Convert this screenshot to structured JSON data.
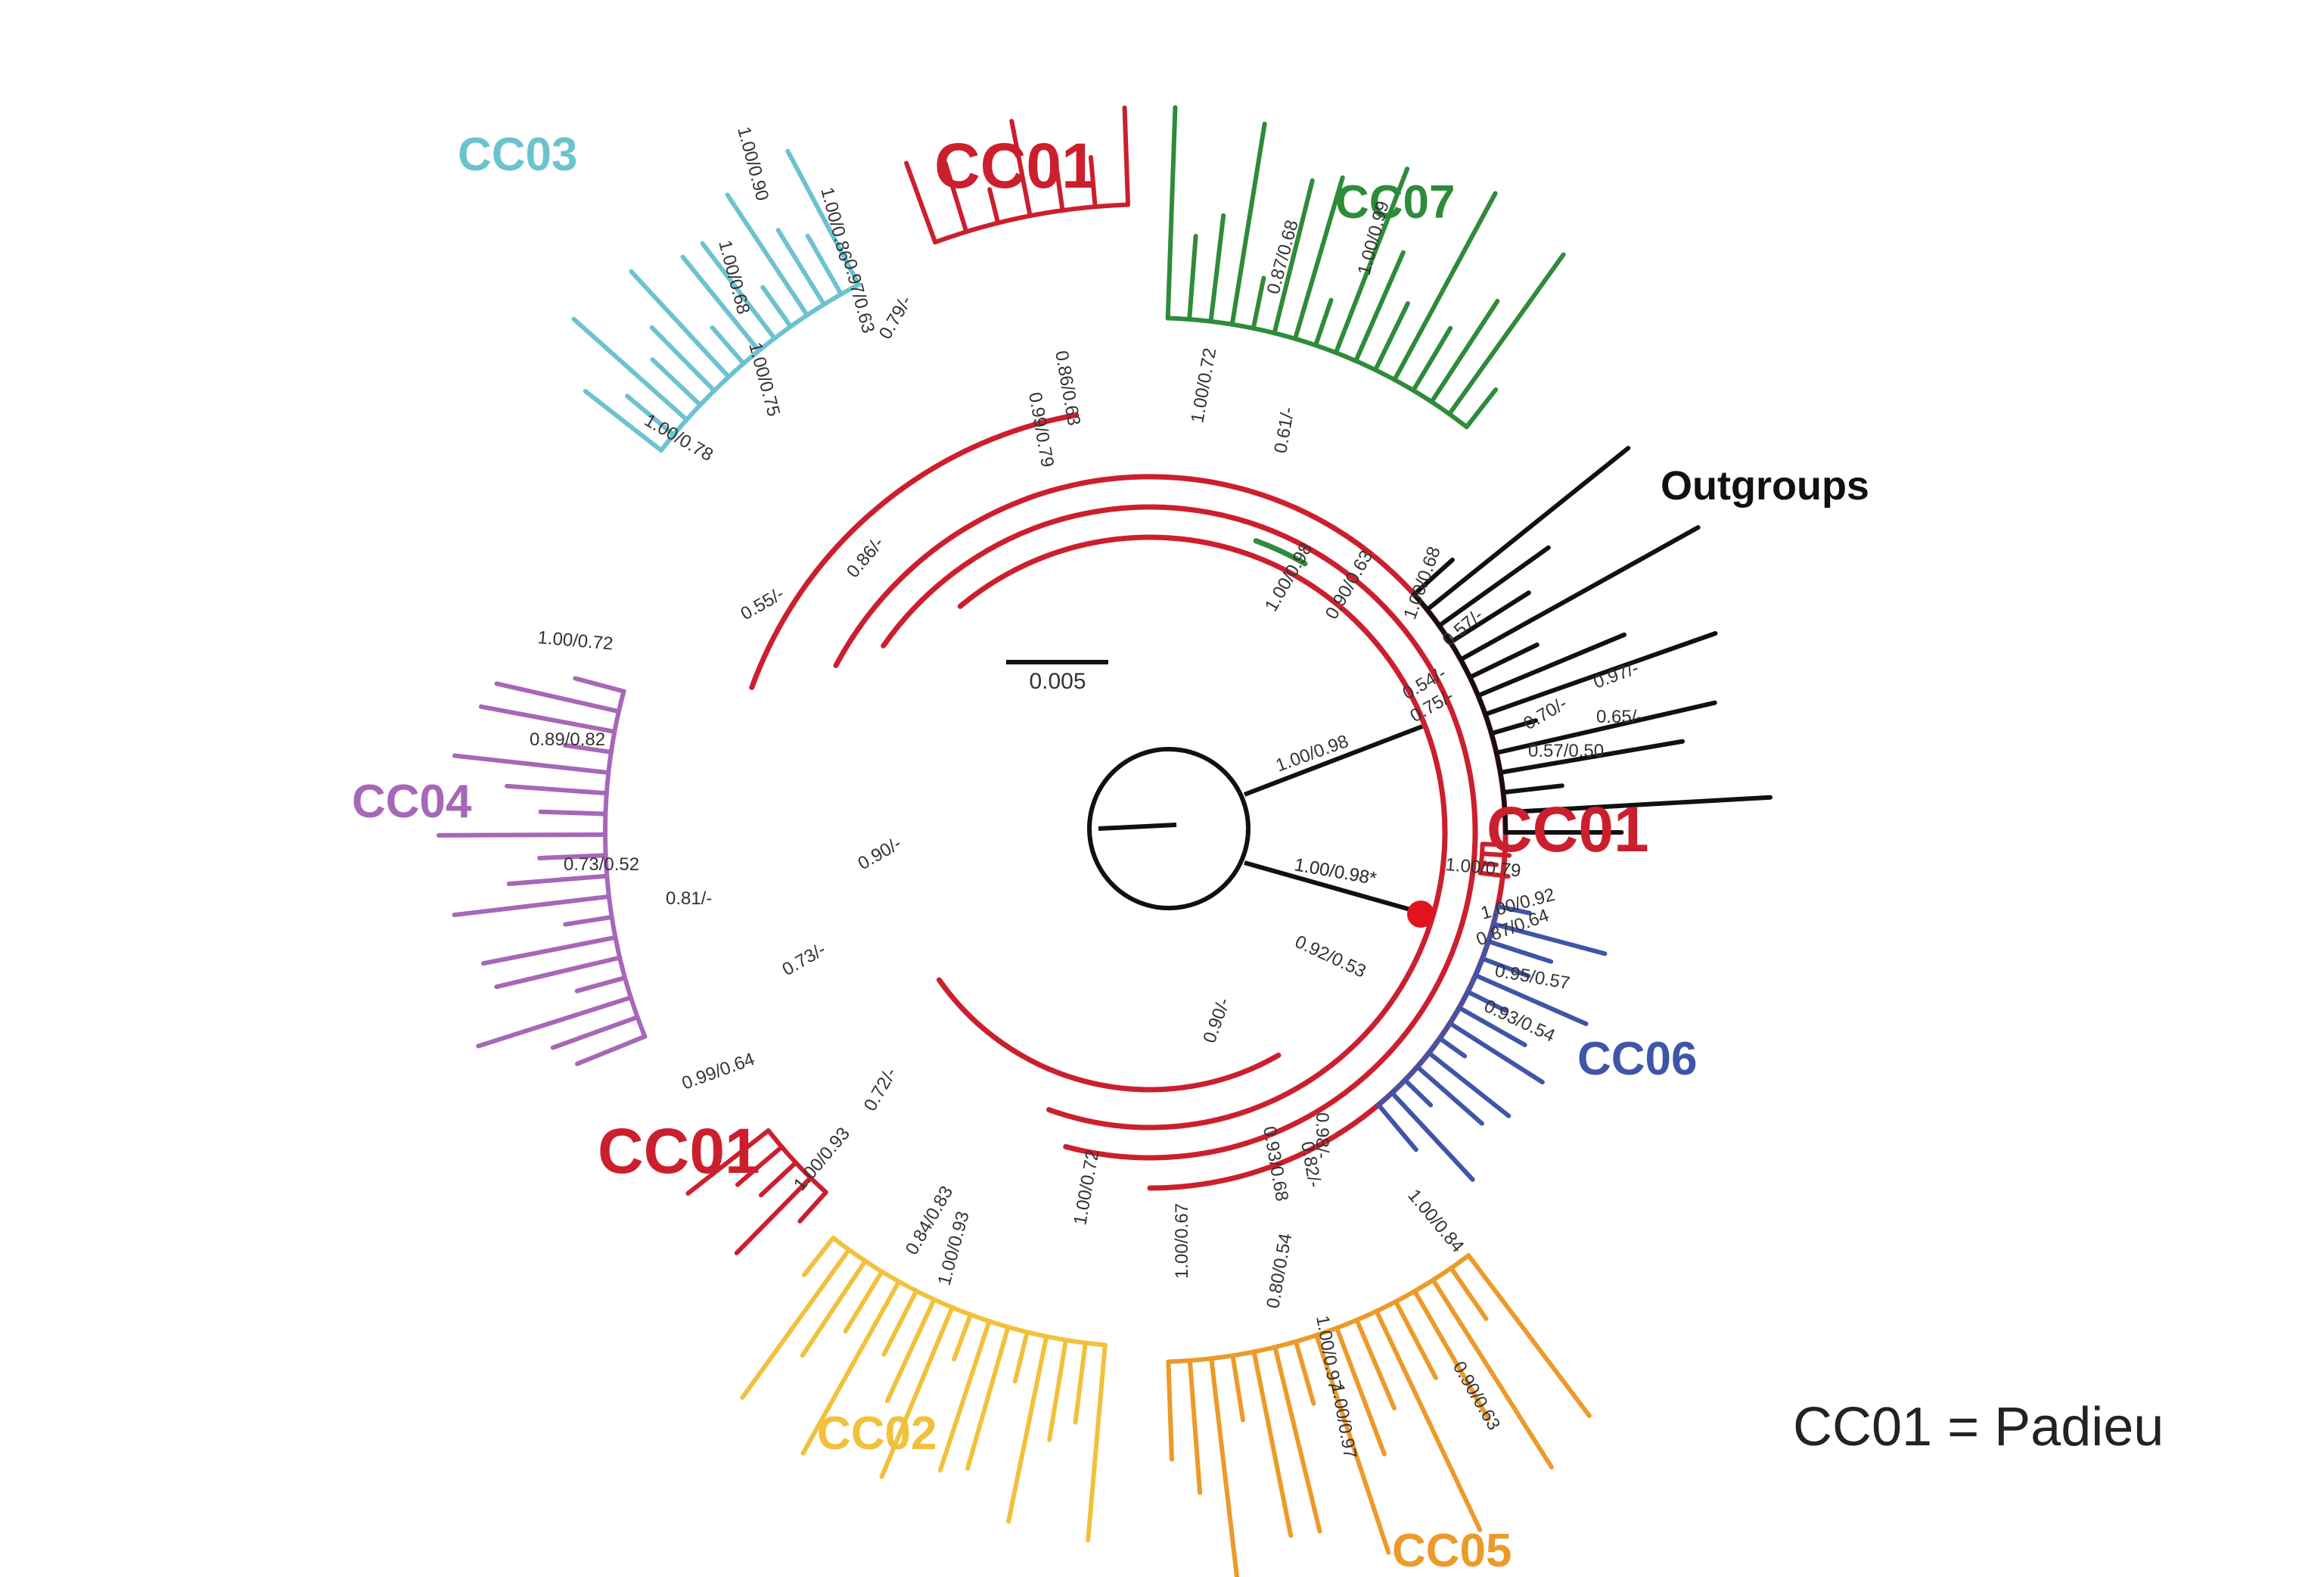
{
  "colors": {
    "CC01": "#cc1f2d",
    "CC02": "#f2c13b",
    "CC03": "#6cc3cf",
    "CC04": "#a767b8",
    "CC05": "#ec9a2a",
    "CC06": "#3f55a8",
    "CC07": "#2e8b3a",
    "Outgroups": "#111111"
  },
  "clade_labels": [
    {
      "id": "cc03",
      "text": "CC03",
      "clade": "CC03"
    },
    {
      "id": "cc01-top",
      "text": "CC01",
      "clade": "CC01"
    },
    {
      "id": "cc07",
      "text": "CC07",
      "clade": "CC07"
    },
    {
      "id": "outgroups",
      "text": "Outgroups",
      "clade": "Outgroups"
    },
    {
      "id": "cc04",
      "text": "CC04",
      "clade": "CC04"
    },
    {
      "id": "cc01-right",
      "text": "CC01",
      "clade": "CC01"
    },
    {
      "id": "cc06",
      "text": "CC06",
      "clade": "CC06"
    },
    {
      "id": "cc01-bottom",
      "text": "CC01",
      "clade": "CC01"
    },
    {
      "id": "cc02",
      "text": "CC02",
      "clade": "CC02"
    },
    {
      "id": "cc05",
      "text": "CC05",
      "clade": "CC05"
    }
  ],
  "scale_bar": {
    "label": "0.005"
  },
  "legend_note": "CC01 = Padieu",
  "support_values": [
    "1.00/0.90",
    "1.00/0.86",
    "1.00/0.68",
    "0.97/0.63",
    "1.00/0.75",
    "1.00/0.78",
    "1.00/0.98",
    "0.79/-",
    "0.86/0.63",
    "0.99/0.79",
    "1.00/0.72",
    "0.61/-",
    "0.55/-",
    "0.86/-",
    "0.90/-",
    "0.73/-",
    "1.00/0.98*",
    "1.00/0.98*",
    "0.92/0.53",
    "0.90/-",
    "0.93/0.68",
    "0.72/-",
    "1.00/0.93",
    "0.84/0.83",
    "1.00/0.93",
    "1.00/0.72",
    "1.00/0.79",
    "0.87/0.64",
    "0.95/0.57",
    "0.93/0.54",
    "0.90/0.63",
    "0.99/0.64",
    "0.81/-",
    "0.73/0.52",
    "0.89/0.82",
    "1.00/0.72",
    "0.54/-",
    "0.75/-",
    "0.57/-",
    "0.70/-",
    "0.97/-",
    "0.65/-",
    "0.57/0.50",
    "0.90/0.63",
    "1.00/0.84",
    "0.80/0.54",
    "1.00/0.97",
    "1.00/0.97",
    "0.98/-",
    "1.00/0.67",
    "1.00/0.98",
    "0.82/-",
    "1.00/0.92",
    "1.00/0.68",
    "0.87/0.68",
    "1.00/0.99"
  ]
}
